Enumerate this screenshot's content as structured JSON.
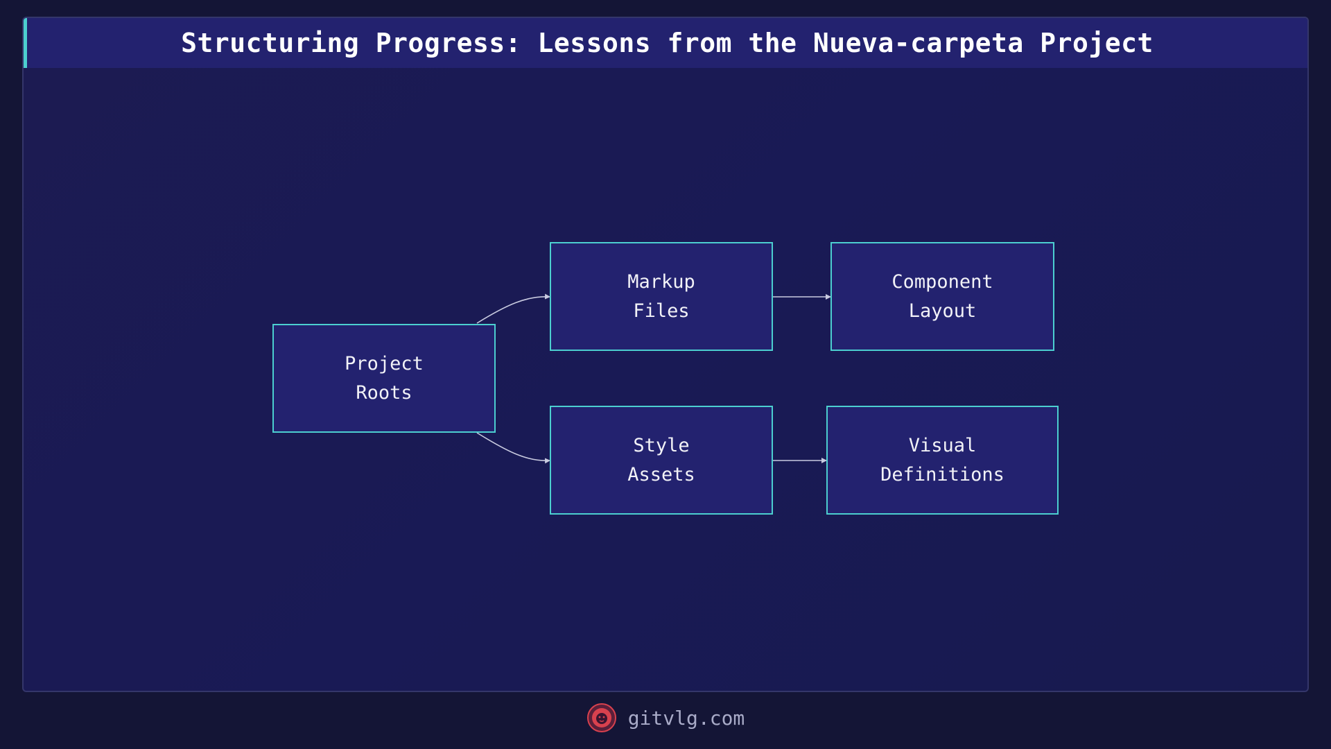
{
  "title": "Structuring Progress: Lessons from the Nueva-carpeta Project",
  "nodes": {
    "project_roots": "Project\n Roots",
    "markup_files": "Markup\n Files",
    "component_layout": "Component\n Layout",
    "style_assets": "Style\n Assets",
    "visual_definitions": "Visual\n Definitions"
  },
  "edges": [
    {
      "from": "Project Roots",
      "to": "Markup Files"
    },
    {
      "from": "Project Roots",
      "to": "Style Assets"
    },
    {
      "from": "Markup Files",
      "to": "Component Layout"
    },
    {
      "from": "Style Assets",
      "to": "Visual Definitions"
    }
  ],
  "footer": {
    "site": "gitvlg.com",
    "logo_icon": "lion-logo-icon"
  },
  "colors": {
    "background": "#141536",
    "panel": "#1b1b52",
    "title_bar": "#23226f",
    "accent": "#4ccfd0",
    "node_fill": "#23226f",
    "edge": "#c9cbe0",
    "logo": "#d9414e"
  }
}
